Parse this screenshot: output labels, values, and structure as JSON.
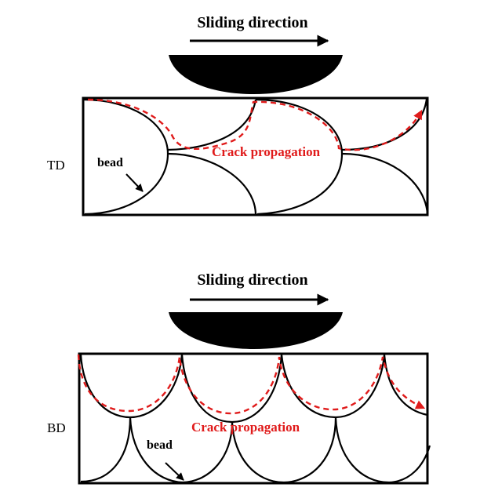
{
  "colors": {
    "crack": "#e01b1b",
    "ink": "#000000"
  },
  "panels": [
    {
      "id": "td",
      "title": "Sliding direction",
      "side_label": "TD",
      "bead_label": "bead",
      "crack_label": "Crack propagation"
    },
    {
      "id": "bd",
      "title": "Sliding direction",
      "side_label": "BD",
      "bead_label": "bead",
      "crack_label": "Crack propagation"
    }
  ]
}
